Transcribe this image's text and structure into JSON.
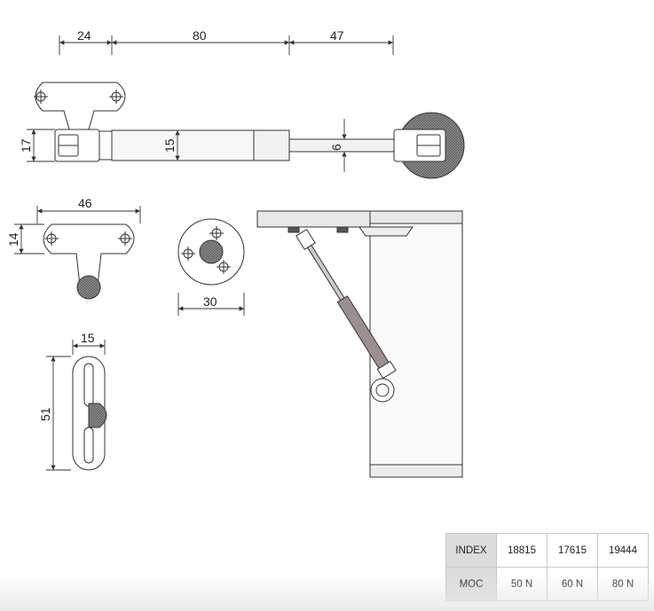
{
  "dimensions": {
    "top_left": "24",
    "top_mid": "80",
    "top_right": "47",
    "height_left": "17",
    "cylinder_dia": "15",
    "rod_dia": "6",
    "bracket_width": "46",
    "bracket_height": "14",
    "disc_dia": "30",
    "plate_width": "15",
    "plate_height": "51"
  },
  "table": {
    "headers": [
      "INDEX",
      "MOC"
    ],
    "columns": [
      {
        "index": "18815",
        "moc": "50 N"
      },
      {
        "index": "17615",
        "moc": "60 N"
      },
      {
        "index": "19444",
        "moc": "80 N"
      }
    ]
  }
}
